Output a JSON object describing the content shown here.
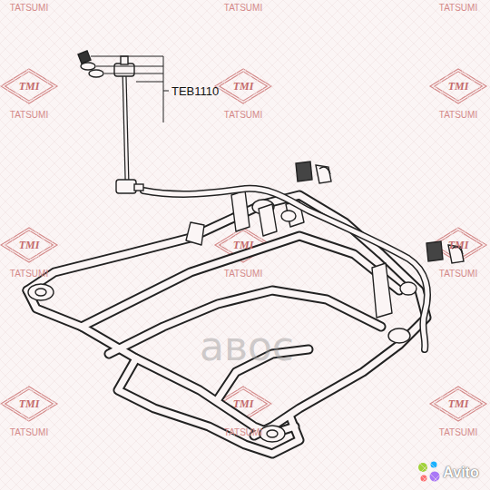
{
  "diagram": {
    "labels": [
      "TEB1110",
      "TATSUMI",
      "TATSUMI",
      "TATSUMI",
      "TMI",
      "TATSUMI",
      "TMI",
      "TATSUMI",
      "TMI",
      "TATSUMI",
      "TMI",
      "TATSUMI",
      "TMI",
      "TATSUMI",
      "TMI",
      "TATSUMI",
      "TMI",
      "TATSUMI",
      "TMI",
      "TATSUMI",
      "TMI",
      "TATSUMI",
      "авос",
      "Avito"
    ]
  }
}
